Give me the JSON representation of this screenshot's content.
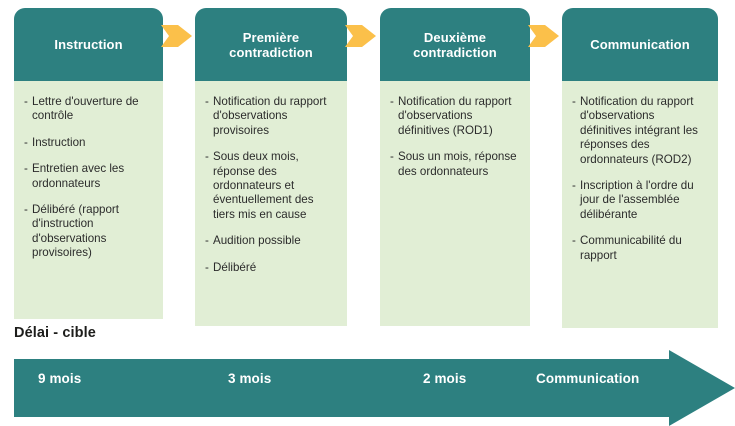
{
  "meta": {
    "title": "Procédure de contrôle des juridictions financières",
    "colors": {
      "teal": "#2d8080",
      "light_green": "#e1eed5",
      "amber": "#fbc04a",
      "text_dark": "#2b2b2b",
      "white": "#ffffff",
      "background": "#ffffff"
    }
  },
  "columns": [
    {
      "header": "Instruction",
      "header_lines": [
        "Instruction"
      ],
      "items": [
        "Lettre d'ouverture de contrôle",
        "Instruction",
        "Entretien avec les ordonnateurs",
        "Délibéré (rapport d'instruction d'observations provisoires)"
      ]
    },
    {
      "header": "Première contradiction",
      "header_lines": [
        "Première",
        "contradiction"
      ],
      "items": [
        "Notification du rapport d'observations provisoires",
        "Sous deux mois, réponse des ordonnateurs et éventuellement des tiers mis en cause",
        "Audition possible",
        "Délibéré"
      ]
    },
    {
      "header": "Deuxième contradiction",
      "header_lines": [
        "Deuxième",
        "contradiction"
      ],
      "items": [
        "Notification du rapport d'observations définitives (ROD1)",
        "Sous un mois, réponse des ordonnateurs"
      ]
    },
    {
      "header": "Communication",
      "header_lines": [
        "Communication"
      ],
      "items": [
        "Notification du rapport d'observations définitives intégrant les réponses des ordonnateurs (ROD2)",
        "Inscription à l'ordre du jour de l'assemblée délibérante",
        "Communicabilité du rapport"
      ]
    }
  ],
  "connectors": [
    {
      "name": "chevron-1",
      "icon": "chevron-right-icon"
    },
    {
      "name": "chevron-2",
      "icon": "chevron-right-icon"
    },
    {
      "name": "chevron-3",
      "icon": "chevron-right-icon"
    }
  ],
  "timeline": {
    "label": "Délai - cible",
    "dash": "-",
    "segments": [
      {
        "label": "9 mois"
      },
      {
        "label": "3 mois"
      },
      {
        "label": "2 mois"
      },
      {
        "label": "Communication"
      }
    ]
  },
  "bullet_dash": "-"
}
